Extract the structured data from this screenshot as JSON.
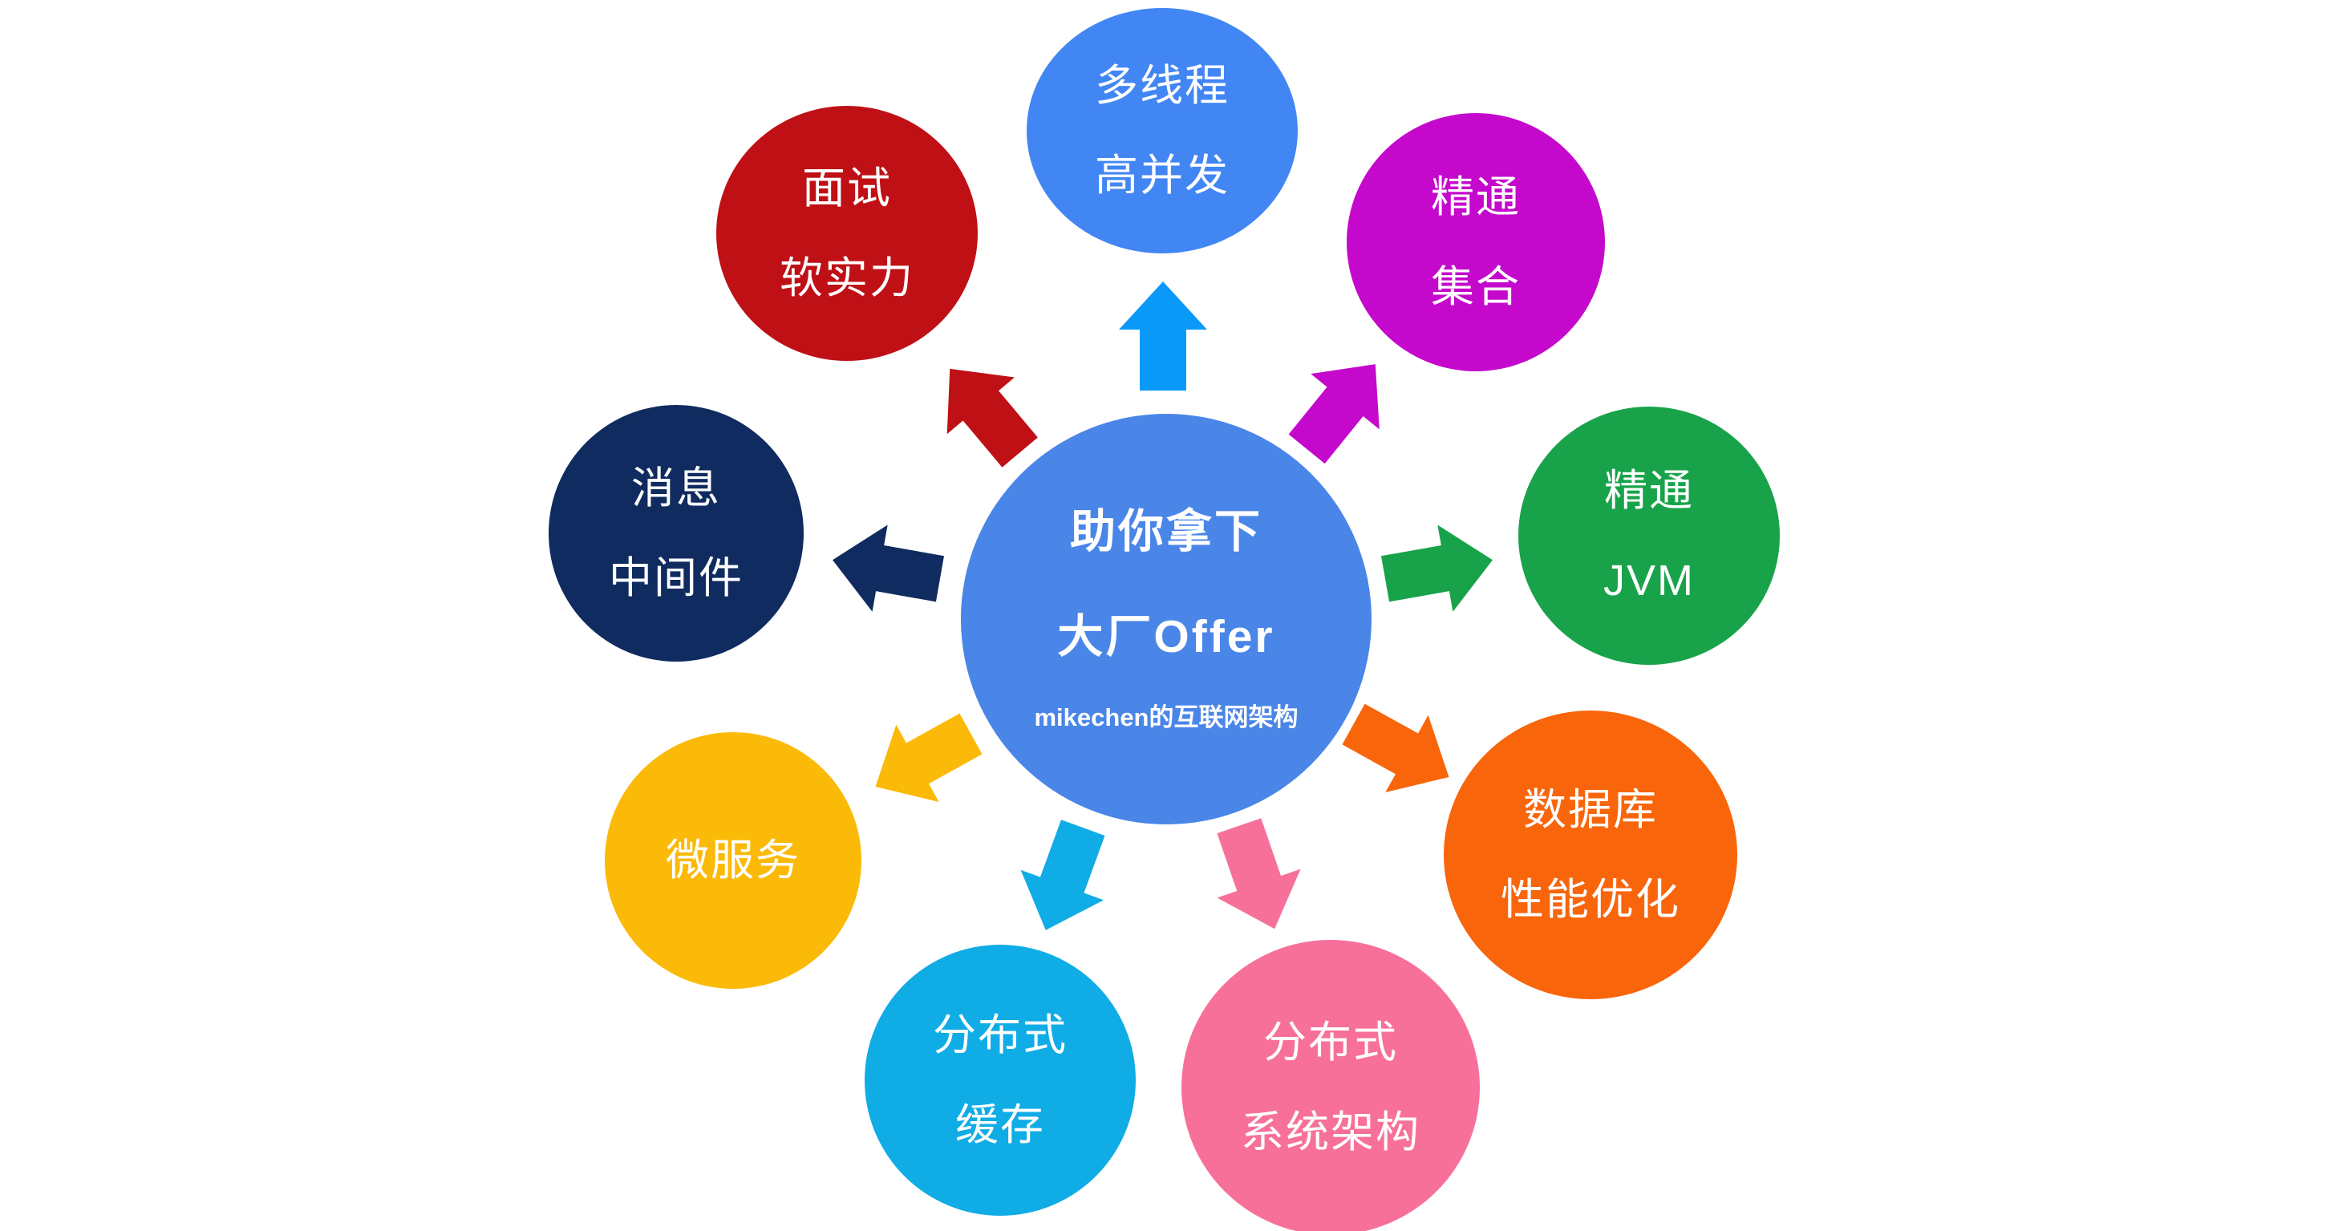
{
  "background_color": "#ffffff",
  "center": {
    "title_line1": "助你拿下",
    "title_line2": "大厂Offer",
    "subtitle": "mikechen的互联网架构",
    "color": "#4A85E8",
    "text_color": "#ffffff"
  },
  "nodes": [
    {
      "id": "multithreading",
      "line1": "多线程",
      "line2": "高并发",
      "color": "#4286F4"
    },
    {
      "id": "collections",
      "line1": "精通",
      "line2": "集合",
      "color": "#C408CC"
    },
    {
      "id": "jvm",
      "line1": "精通",
      "line2": "JVM",
      "color": "#18A34A"
    },
    {
      "id": "database",
      "line1": "数据库",
      "line2": "性能优化",
      "color": "#F8650B"
    },
    {
      "id": "system-architecture",
      "line1": "分布式",
      "line2": "系统架构",
      "color": "#F7709A"
    },
    {
      "id": "distributed-cache",
      "line1": "分布式",
      "line2": "缓存",
      "color": "#10ACE6"
    },
    {
      "id": "microservices",
      "line1": "微服务",
      "color": "#FBBA08"
    },
    {
      "id": "message-middleware",
      "line1": "消息",
      "line2": "中间件",
      "color": "#0F2B5F"
    },
    {
      "id": "interview",
      "line1": "面试",
      "line2": "软实力",
      "color": "#BF1016"
    }
  ],
  "arrows": [
    {
      "target": "multithreading",
      "color": "#0A99F8"
    },
    {
      "target": "collections",
      "color": "#C408CC"
    },
    {
      "target": "jvm",
      "color": "#18A34A"
    },
    {
      "target": "database",
      "color": "#F8650B"
    },
    {
      "target": "system-architecture",
      "color": "#F7709A"
    },
    {
      "target": "distributed-cache",
      "color": "#10ACE6"
    },
    {
      "target": "microservices",
      "color": "#FBBA08"
    },
    {
      "target": "message-middleware",
      "color": "#0F2B5F"
    },
    {
      "target": "interview",
      "color": "#BF1016"
    }
  ]
}
